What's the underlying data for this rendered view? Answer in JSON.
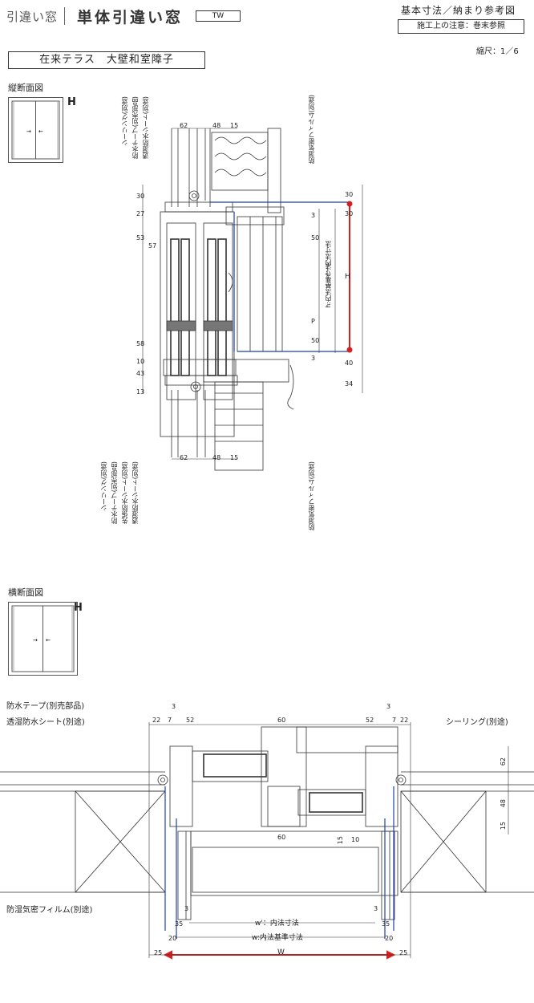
{
  "header": {
    "category": "引違い窓",
    "title": "単体引違い窓",
    "series_code": "TW",
    "doc_type": "基本寸法／納まり参考図",
    "note": "施工上の注意：巻末参照",
    "scale": "縮尺：1／6"
  },
  "caption": "在来テラス　大壁和室障子",
  "vertical_section": {
    "title": "縦断面図",
    "thumb_label": "H",
    "callouts_top": [
      "シーリング(別途)",
      "防水テープ(別売部品)",
      "透湿防水シート(別途)"
    ],
    "callout_top_right": "防湿気密フィルム(別途)",
    "callouts_bottom": [
      "シーリング(別途)",
      "防水テープ(別売部品)",
      "先張防水シート(別途)",
      "透湿防水シート(別途)"
    ],
    "callout_bottom_right": "防湿気密フィルム(別途)",
    "dims_top": [
      "62",
      "48",
      "15"
    ],
    "dims_bottom": [
      "62",
      "48",
      "15"
    ],
    "dims_left": [
      "30",
      "27",
      "53",
      "57",
      "58",
      "10",
      "43",
      "13"
    ],
    "dims_right_inner": [
      "3",
      "50",
      "P",
      "50",
      "3"
    ],
    "dims_right_outer": [
      "30",
      "30",
      "40",
      "34"
    ],
    "dim_h_label": "H",
    "dim_inner_label": "h:内法基準寸法",
    "dim_inner_label2": "h'：内法寸法"
  },
  "horizontal_section": {
    "title": "横断面図",
    "thumb_label": "H",
    "callouts_left": [
      "防水テープ(別売部品)",
      "透湿防水シート(別途)",
      "防湿気密フィルム(別途)"
    ],
    "callout_right": "シーリング(別途)",
    "dims_top": [
      "3",
      "22",
      "7",
      "52",
      "60",
      "52",
      "3",
      "7",
      "22"
    ],
    "dims_right": [
      "62",
      "48",
      "15"
    ],
    "dims_mid": [
      "60",
      "15",
      "10"
    ],
    "dims_bottom_side": [
      "3",
      "3",
      "35",
      "35",
      "20",
      "20",
      "25",
      "25"
    ],
    "dim_w_prime": "w'：内法寸法",
    "dim_w": "w:内法基準寸法",
    "dim_W": "W"
  },
  "colors": {
    "accent_red": "#d42020",
    "accent_blue": "#1f3fb0",
    "line": "#333333"
  }
}
